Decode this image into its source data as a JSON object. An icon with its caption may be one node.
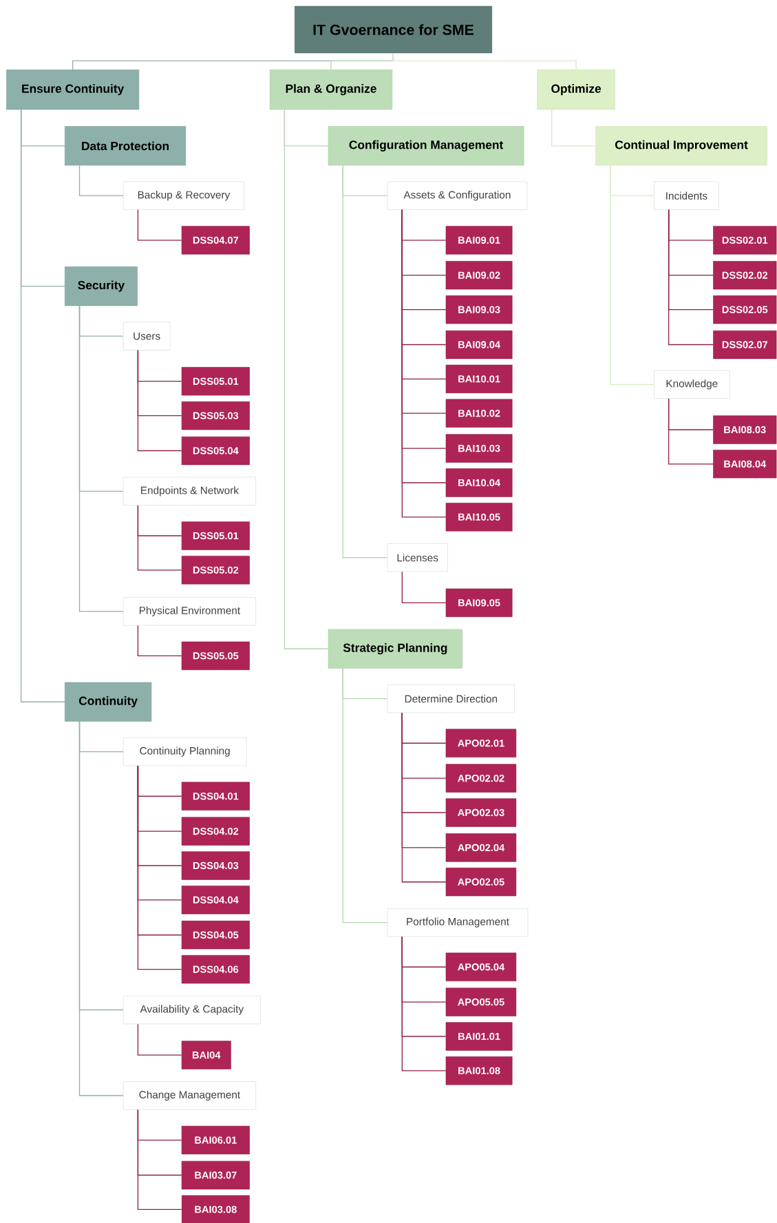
{
  "diagram": {
    "nodes": [
      {
        "text": [
          "IT Gvoernance for SME"
        ]
      },
      {
        "text": [
          "Ensure Continuity"
        ]
      },
      {
        "text": [
          "Data Protection"
        ]
      },
      {
        "text": [
          "Backup & Recovery"
        ]
      },
      {
        "text": [
          "DSS04.07"
        ]
      },
      {
        "text": [
          "Security"
        ]
      },
      {
        "text": [
          "Users"
        ]
      },
      {
        "text": [
          "DSS05.01"
        ]
      },
      {
        "text": [
          "DSS05.03"
        ]
      },
      {
        "text": [
          "DSS05.04"
        ]
      },
      {
        "text": [
          "Endpoints & Network"
        ]
      },
      {
        "text": [
          "DSS05.01"
        ]
      },
      {
        "text": [
          "DSS05.02"
        ]
      },
      {
        "text": [
          "Physical Environment"
        ]
      },
      {
        "text": [
          "DSS05.05"
        ]
      },
      {
        "text": [
          "Continuity"
        ]
      },
      {
        "text": [
          "Continuity Planning"
        ]
      },
      {
        "text": [
          "DSS04.01"
        ]
      },
      {
        "text": [
          "DSS04.02"
        ]
      },
      {
        "text": [
          "DSS04.03"
        ]
      },
      {
        "text": [
          "DSS04.04"
        ]
      },
      {
        "text": [
          "DSS04.05"
        ]
      },
      {
        "text": [
          "DSS04.06"
        ]
      },
      {
        "text": [
          "Availability & Capacity"
        ]
      },
      {
        "text": [
          "BAI04"
        ]
      },
      {
        "text": [
          "Change Management"
        ]
      },
      {
        "text": [
          "BAI06.01"
        ]
      },
      {
        "text": [
          "BAI03.07"
        ]
      },
      {
        "text": [
          "BAI03.08"
        ]
      },
      {
        "text": [
          "Plan & Organize"
        ]
      },
      {
        "text": [
          "Configuration Management"
        ]
      },
      {
        "text": [
          "Assets & Configuration"
        ]
      },
      {
        "text": [
          "BAI09.01"
        ]
      },
      {
        "text": [
          "BAI09.02"
        ]
      },
      {
        "text": [
          "BAI09.03"
        ]
      },
      {
        "text": [
          "BAI09.04"
        ]
      },
      {
        "text": [
          "BAI10.01"
        ]
      },
      {
        "text": [
          "BAI10.02"
        ]
      },
      {
        "text": [
          "BAI10.03"
        ]
      },
      {
        "text": [
          "BAI10.04"
        ]
      },
      {
        "text": [
          "BAI10.05"
        ]
      },
      {
        "text": [
          "Licenses"
        ]
      },
      {
        "text": [
          "BAI09.05"
        ]
      },
      {
        "text": [
          "Strategic Planning"
        ]
      },
      {
        "text": [
          "Determine Direction"
        ]
      },
      {
        "text": [
          "APO02.01"
        ]
      },
      {
        "text": [
          "APO02.02"
        ]
      },
      {
        "text": [
          "APO02.03"
        ]
      },
      {
        "text": [
          "APO02.04"
        ]
      },
      {
        "text": [
          "APO02.05"
        ]
      },
      {
        "text": [
          "Portfolio Management"
        ]
      },
      {
        "text": [
          "APO05.04"
        ]
      },
      {
        "text": [
          "APO05.05"
        ]
      },
      {
        "text": [
          "BAI01.01"
        ]
      },
      {
        "text": [
          "BAI01.08"
        ]
      },
      {
        "text": [
          "Optimize"
        ]
      },
      {
        "text": [
          "Continual Improvement"
        ]
      },
      {
        "text": [
          "Incidents"
        ]
      },
      {
        "text": [
          "DSS02.01"
        ]
      },
      {
        "text": [
          "DSS02.02"
        ]
      },
      {
        "text": [
          "DSS02.05"
        ]
      },
      {
        "text": [
          "DSS02.07"
        ]
      },
      {
        "text": [
          "Knowledge"
        ]
      },
      {
        "text": [
          "BAI08.03"
        ]
      },
      {
        "text": [
          "BAI08.04"
        ]
      }
    ],
    "edges": [
      {
        "from": 0,
        "to": 1,
        "arrow": "none",
        "color": "#8fb0aa"
      },
      {
        "from": 0,
        "to": 29,
        "arrow": "none",
        "color": "#b5d6b0"
      },
      {
        "from": 0,
        "to": 55,
        "arrow": "none",
        "color": "#d6ebc4"
      },
      {
        "from": 1,
        "to": 2,
        "arrow": "none",
        "color": "#8fb0aa"
      },
      {
        "from": 1,
        "to": 5,
        "arrow": "none",
        "color": "#8fb0aa"
      },
      {
        "from": 1,
        "to": 15,
        "arrow": "none",
        "color": "#8fb0aa"
      },
      {
        "from": 2,
        "to": 3,
        "arrow": "none",
        "color": "#8fb0aa"
      },
      {
        "from": 3,
        "to": 4,
        "arrow": "none"
      },
      {
        "from": 5,
        "to": 6,
        "arrow": "none",
        "color": "#8fb0aa"
      },
      {
        "from": 5,
        "to": 10,
        "arrow": "none",
        "color": "#8fb0aa"
      },
      {
        "from": 5,
        "to": 13,
        "arrow": "none",
        "color": "#8fb0aa"
      },
      {
        "from": 6,
        "to": 7,
        "arrow": "none"
      },
      {
        "from": 6,
        "to": 8,
        "arrow": "none"
      },
      {
        "from": 6,
        "to": 9,
        "arrow": "none"
      },
      {
        "from": 10,
        "to": 11,
        "arrow": "none"
      },
      {
        "from": 10,
        "to": 12,
        "arrow": "none"
      },
      {
        "from": 13,
        "to": 14,
        "arrow": "none"
      },
      {
        "from": 15,
        "to": 16,
        "arrow": "none",
        "color": "#8fb0aa"
      },
      {
        "from": 15,
        "to": 23,
        "arrow": "none",
        "color": "#8fb0aa"
      },
      {
        "from": 15,
        "to": 25,
        "arrow": "none",
        "color": "#8fb0aa"
      },
      {
        "from": 16,
        "to": 17,
        "arrow": "none"
      },
      {
        "from": 16,
        "to": 18,
        "arrow": "none"
      },
      {
        "from": 16,
        "to": 19,
        "arrow": "none"
      },
      {
        "from": 16,
        "to": 20,
        "arrow": "none"
      },
      {
        "from": 16,
        "to": 21,
        "arrow": "none"
      },
      {
        "from": 16,
        "to": 22,
        "arrow": "none"
      },
      {
        "from": 23,
        "to": 24,
        "arrow": "none"
      },
      {
        "from": 25,
        "to": 26,
        "arrow": "none"
      },
      {
        "from": 25,
        "to": 27,
        "arrow": "none"
      },
      {
        "from": 25,
        "to": 28,
        "arrow": "none"
      },
      {
        "from": 29,
        "to": 30,
        "arrow": "none",
        "color": "#b5d6b0"
      },
      {
        "from": 29,
        "to": 43,
        "arrow": "none",
        "color": "#b5d6b0"
      },
      {
        "from": 30,
        "to": 31,
        "arrow": "none",
        "color": "#b5d6b0"
      },
      {
        "from": 30,
        "to": 41,
        "arrow": "none",
        "color": "#b5d6b0"
      },
      {
        "from": 31,
        "to": 32,
        "arrow": "none"
      },
      {
        "from": 31,
        "to": 33,
        "arrow": "none"
      },
      {
        "from": 31,
        "to": 34,
        "arrow": "none"
      },
      {
        "from": 31,
        "to": 35,
        "arrow": "none"
      },
      {
        "from": 31,
        "to": 36,
        "arrow": "none"
      },
      {
        "from": 31,
        "to": 37,
        "arrow": "none"
      },
      {
        "from": 31,
        "to": 38,
        "arrow": "none"
      },
      {
        "from": 31,
        "to": 39,
        "arrow": "none"
      },
      {
        "from": 31,
        "to": 40,
        "arrow": "none"
      },
      {
        "from": 41,
        "to": 42,
        "arrow": "none"
      },
      {
        "from": 43,
        "to": 44,
        "arrow": "none",
        "color": "#b5d6b0"
      },
      {
        "from": 43,
        "to": 50,
        "arrow": "none",
        "color": "#b5d6b0"
      },
      {
        "from": 44,
        "to": 45,
        "arrow": "none"
      },
      {
        "from": 44,
        "to": 46,
        "arrow": "none"
      },
      {
        "from": 44,
        "to": 47,
        "arrow": "none"
      },
      {
        "from": 44,
        "to": 48,
        "arrow": "none"
      },
      {
        "from": 44,
        "to": 49,
        "arrow": "none"
      },
      {
        "from": 50,
        "to": 51,
        "arrow": "none"
      },
      {
        "from": 50,
        "to": 52,
        "arrow": "none"
      },
      {
        "from": 50,
        "to": 53,
        "arrow": "none"
      },
      {
        "from": 50,
        "to": 54,
        "arrow": "none"
      },
      {
        "from": 55,
        "to": 56,
        "arrow": "none",
        "color": "#d6ebc4"
      },
      {
        "from": 56,
        "to": 57,
        "arrow": "none",
        "color": "#d6ebc4"
      },
      {
        "from": 56,
        "to": 62,
        "arrow": "none",
        "color": "#d6ebc4"
      },
      {
        "from": 57,
        "to": 58,
        "arrow": "none"
      },
      {
        "from": 57,
        "to": 59,
        "arrow": "none"
      },
      {
        "from": 57,
        "to": 60,
        "arrow": "none"
      },
      {
        "from": 57,
        "to": 61,
        "arrow": "none"
      },
      {
        "from": 62,
        "to": 63,
        "arrow": "none"
      },
      {
        "from": 62,
        "to": 64,
        "arrow": "none"
      }
    ]
  }
}
